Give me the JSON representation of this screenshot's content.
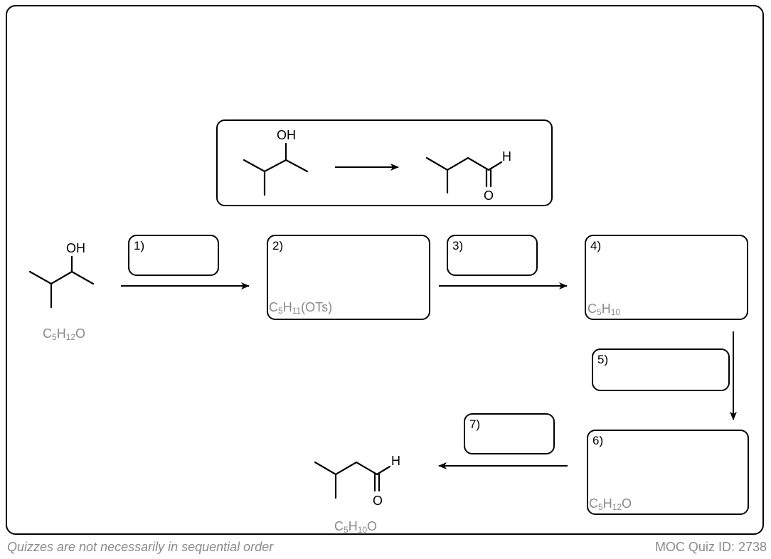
{
  "atoms": {
    "oh": "OH",
    "h": "H",
    "o": "O"
  },
  "steps": [
    {
      "label": "1)"
    },
    {
      "label": "2)"
    },
    {
      "label": "3)"
    },
    {
      "label": "4)"
    },
    {
      "label": "5)"
    },
    {
      "label": "6)"
    },
    {
      "label": "7)"
    }
  ],
  "formulas": {
    "start": {
      "c": "C",
      "c_sub": "5",
      "h": "H",
      "h_sub": "12",
      "rest": "O"
    },
    "step2": {
      "c": "C",
      "c_sub": "5",
      "h": "H",
      "h_sub": "11",
      "rest": "(OTs)"
    },
    "step4": {
      "c": "C",
      "c_sub": "5",
      "h": "H",
      "h_sub": "10",
      "rest": ""
    },
    "step6": {
      "c": "C",
      "c_sub": "5",
      "h": "H",
      "h_sub": "12",
      "rest": "O"
    },
    "product": {
      "c": "C",
      "c_sub": "5",
      "h": "H",
      "h_sub": "10",
      "rest": "O"
    }
  },
  "footer": {
    "note": "Quizzes are not necessarily in sequential order",
    "quiz_id": "MOC Quiz ID: 2738"
  }
}
